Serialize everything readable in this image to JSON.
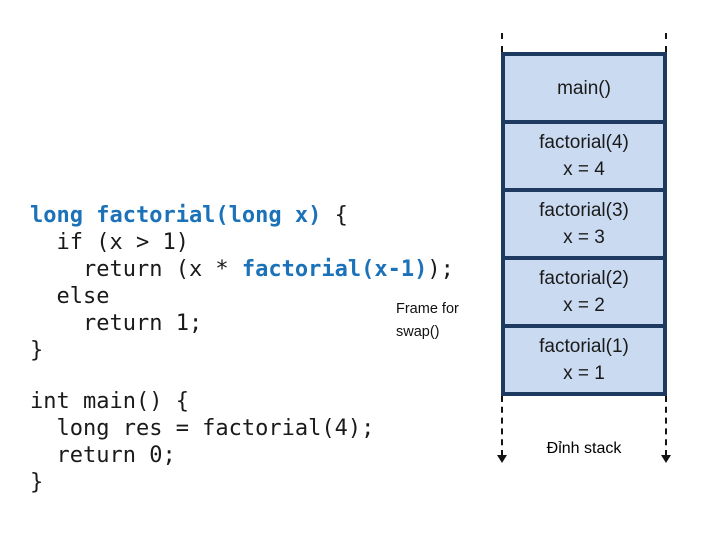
{
  "colors": {
    "frame_fill": "#C9DAF1",
    "frame_border": "#1F3A60",
    "code_keyword": "#1B72B8",
    "code_text": "#1A1A1A"
  },
  "code_factorial": {
    "lines": [
      [
        {
          "t": "long factorial(long x)",
          "s": "kw"
        },
        {
          "t": " {",
          "s": "plain"
        }
      ],
      [
        {
          "t": "  if (x > 1)",
          "s": "plain"
        }
      ],
      [
        {
          "t": "    return (x * ",
          "s": "plain"
        },
        {
          "t": "factorial(x-1)",
          "s": "kw"
        },
        {
          "t": ");",
          "s": "plain"
        }
      ],
      [
        {
          "t": "  else",
          "s": "plain"
        }
      ],
      [
        {
          "t": "    return 1;",
          "s": "plain"
        }
      ],
      [
        {
          "t": "}",
          "s": "plain"
        }
      ]
    ]
  },
  "code_main": {
    "lines": [
      [
        {
          "t": "int main() {",
          "s": "plain"
        }
      ],
      [
        {
          "t": "  long res = factorial(4);",
          "s": "plain"
        }
      ],
      [
        {
          "t": "  return 0;",
          "s": "plain"
        }
      ],
      [
        {
          "t": "}",
          "s": "plain"
        }
      ]
    ]
  },
  "annotation": {
    "line1": "Frame for",
    "line2": "swap()"
  },
  "stack": {
    "frames": [
      {
        "title": "main()",
        "sub": ""
      },
      {
        "title": "factorial(4)",
        "sub": "x = 4"
      },
      {
        "title": "factorial(3)",
        "sub": "x = 3"
      },
      {
        "title": "factorial(2)",
        "sub": "x = 2"
      },
      {
        "title": "factorial(1)",
        "sub": "x = 1"
      }
    ],
    "bottom_label": "Đỉnh stack"
  }
}
